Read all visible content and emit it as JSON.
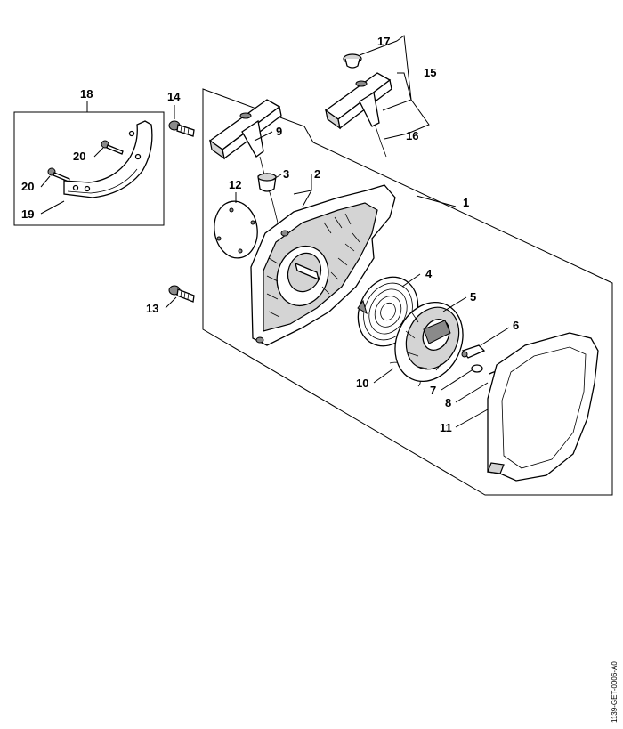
{
  "document_id": "1139-GET-0006-A0",
  "callouts": [
    {
      "id": "c1",
      "label": "1"
    },
    {
      "id": "c2",
      "label": "2"
    },
    {
      "id": "c3",
      "label": "3"
    },
    {
      "id": "c4",
      "label": "4"
    },
    {
      "id": "c5",
      "label": "5"
    },
    {
      "id": "c6",
      "label": "6"
    },
    {
      "id": "c7",
      "label": "7"
    },
    {
      "id": "c8",
      "label": "8"
    },
    {
      "id": "c9",
      "label": "9"
    },
    {
      "id": "c10",
      "label": "10"
    },
    {
      "id": "c11",
      "label": "11"
    },
    {
      "id": "c12",
      "label": "12"
    },
    {
      "id": "c13",
      "label": "13"
    },
    {
      "id": "c14",
      "label": "14"
    },
    {
      "id": "c15",
      "label": "15"
    },
    {
      "id": "c16",
      "label": "16"
    },
    {
      "id": "c17",
      "label": "17"
    },
    {
      "id": "c18",
      "label": "18"
    },
    {
      "id": "c19",
      "label": "19"
    },
    {
      "id": "c20a",
      "label": "20"
    },
    {
      "id": "c20b",
      "label": "20"
    }
  ]
}
